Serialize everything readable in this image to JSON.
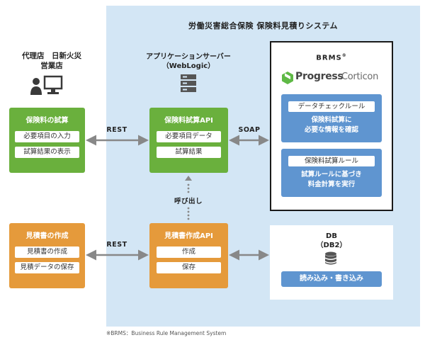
{
  "system_title": "労働災害総合保険 保険料見積りシステム",
  "agency": {
    "line1": "代理店　日新火災",
    "line2": "営業店"
  },
  "left_boxes": {
    "quote": {
      "title": "保険料の試算",
      "items": [
        "必要項目の入力",
        "試算結果の表示"
      ]
    },
    "estimate": {
      "title": "見積書の作成",
      "items": [
        "見積書の作成",
        "見積データの保存"
      ]
    }
  },
  "server": {
    "line1": "アプリケーションサーバー",
    "line2": "（WebLogic）"
  },
  "api_boxes": {
    "quote_api": {
      "title": "保険料試算API",
      "items": [
        "必要項目データ",
        "試算結果"
      ]
    },
    "estimate_api": {
      "title": "見積書作成API",
      "items": [
        "作成",
        "保存"
      ]
    }
  },
  "connectors": {
    "rest_top": "REST",
    "rest_bottom": "REST",
    "soap": "SOAP",
    "call": "呼び出し"
  },
  "brms": {
    "title": "BRMS",
    "title_mark": "®",
    "logo_main": "Progress",
    "logo_sub": "Corticon",
    "rule1": {
      "tab": "データチェックルール",
      "line1": "保険料試算に",
      "line2": "必要な情報を確認"
    },
    "rule2": {
      "tab": "保険料試算ルール",
      "line1": "試算ルールに基づき",
      "line2": "料金計算を実行"
    }
  },
  "db": {
    "line1": "DB",
    "line2": "（DB2）",
    "button": "読み込み・書き込み"
  },
  "footnote": "※BRMS：Business Rule Management System",
  "colors": {
    "green": "#6ab03d",
    "orange": "#e59a3b",
    "blue_panel": "#5f95d0",
    "background": "#d3e6f5",
    "arrow": "#888888"
  }
}
